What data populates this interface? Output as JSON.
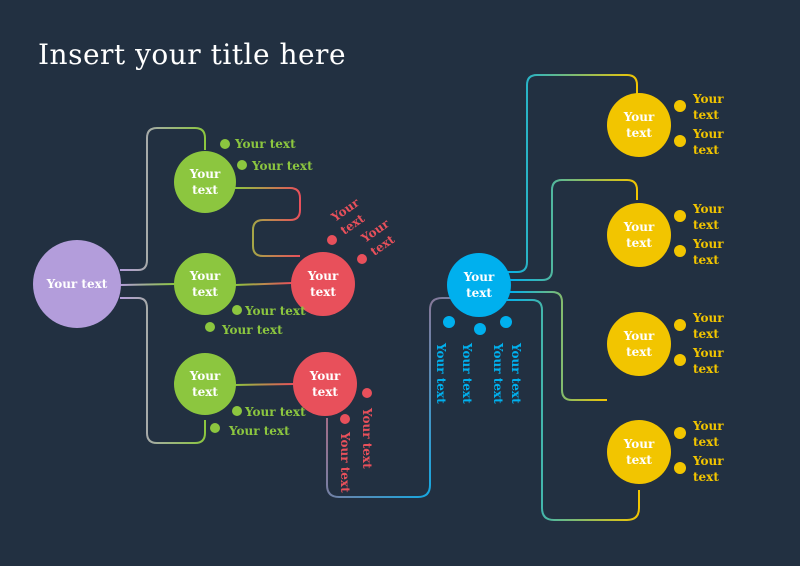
{
  "title": "Insert your title here",
  "colors": {
    "background": "#223041",
    "root": "#b39ddb",
    "green": "#8cc63f",
    "red": "#e8505b",
    "blue": "#00b0ee",
    "yellow": "#f2c500"
  },
  "root": {
    "label": "Your text"
  },
  "green_nodes": [
    {
      "label": [
        "Your",
        "text"
      ],
      "notes": [
        "Your text",
        "Your text"
      ]
    },
    {
      "label": [
        "Your",
        "text"
      ],
      "notes": [
        "Your text",
        "Your text"
      ]
    },
    {
      "label": [
        "Your",
        "text"
      ],
      "notes": [
        "Your text",
        "Your text"
      ]
    }
  ],
  "red_nodes": [
    {
      "label": [
        "Your",
        "text"
      ],
      "notes": [
        "Your text",
        "Your text"
      ]
    },
    {
      "label": [
        "Your",
        "text"
      ],
      "notes": [
        "Your text",
        "Your text"
      ]
    }
  ],
  "blue_node": {
    "label": [
      "Your",
      "text"
    ],
    "notes": [
      "Your text",
      "Your text",
      "Your text",
      "Your text"
    ]
  },
  "yellow_nodes": [
    {
      "label": [
        "Your",
        "text"
      ],
      "notes": [
        "Your text",
        "Your text"
      ]
    },
    {
      "label": [
        "Your",
        "text"
      ],
      "notes": [
        "Your text",
        "Your text"
      ]
    },
    {
      "label": [
        "Your",
        "text"
      ],
      "notes": [
        "Your text",
        "Your text"
      ]
    },
    {
      "label": [
        "Your",
        "text"
      ],
      "notes": [
        "Your text",
        "Your text"
      ]
    }
  ]
}
